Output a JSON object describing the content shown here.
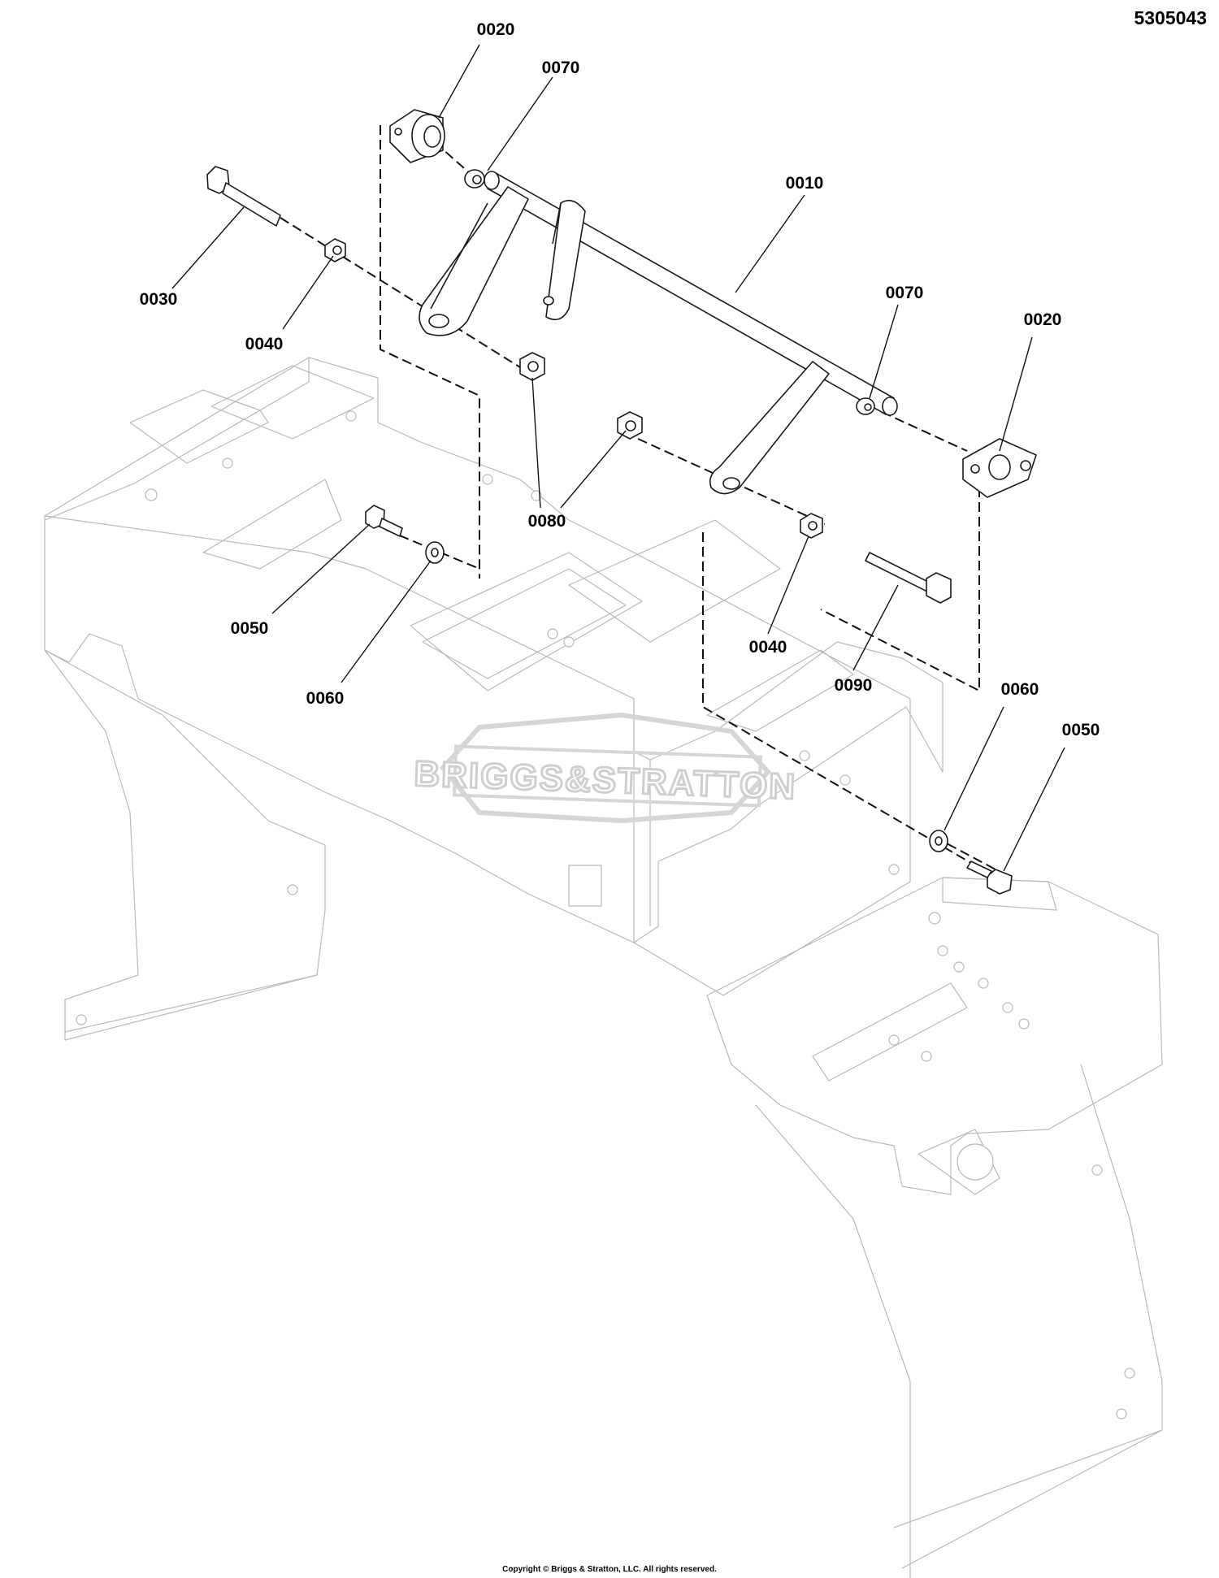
{
  "document_number": "5305043",
  "copyright": "Copyright © Briggs & Stratton, LLC. All rights reserved.",
  "watermark": "BRIGGS&STRATTON",
  "callouts": {
    "c0020_top": "0020",
    "c0070_top": "0070",
    "c0010": "0010",
    "c0030": "0030",
    "c0040_left": "0040",
    "c0070_right": "0070",
    "c0020_right": "0020",
    "c0080": "0080",
    "c0050_left": "0050",
    "c0060_left": "0060",
    "c0040_right": "0040",
    "c0090": "0090",
    "c0060_right": "0060",
    "c0050_right": "0050"
  },
  "colors": {
    "line": "#1a1a1a",
    "faint_line": "#b9b9b9",
    "background": "#ffffff"
  }
}
